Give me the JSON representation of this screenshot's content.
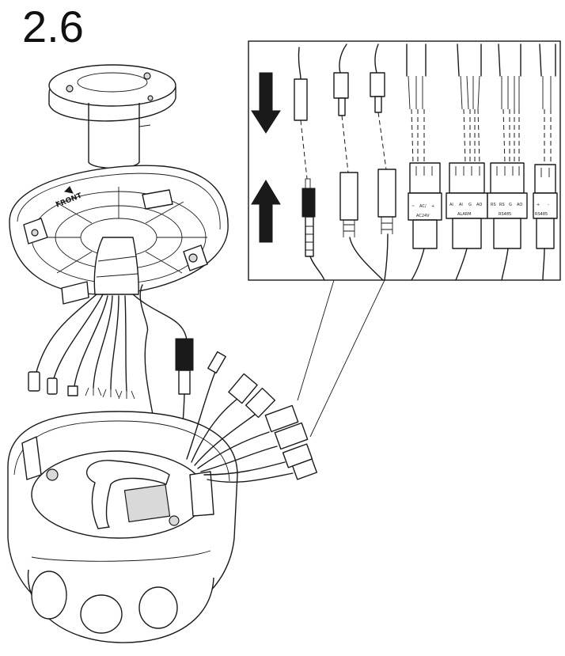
{
  "step": {
    "number": "2.6"
  },
  "mount": {
    "front_label": "FRONT"
  },
  "callout": {
    "arrows": [
      {
        "icon": "arrow-down-icon"
      },
      {
        "icon": "arrow-up-icon"
      }
    ],
    "connectors": [
      {
        "kind": "bnc-video",
        "terminals": []
      },
      {
        "kind": "rca-plug",
        "terminals": []
      },
      {
        "kind": "rca-plug",
        "terminals": []
      },
      {
        "kind": "terminal-block-3",
        "terminals": [
          "~",
          "AC/",
          "+"
        ],
        "label": "AC24V"
      },
      {
        "kind": "terminal-block-4",
        "terminals": [
          "AI",
          "AI",
          "G",
          "AO"
        ],
        "label": "ALARM"
      },
      {
        "kind": "terminal-block-4",
        "terminals": [
          "RS",
          "RS",
          "G",
          "AO"
        ],
        "label": "RS485"
      },
      {
        "kind": "terminal-block-2",
        "terminals": [
          "+",
          "-"
        ],
        "label": "RS485"
      }
    ]
  },
  "colors": {
    "line": "#1a1a1a",
    "paper": "#ffffff",
    "shade": "#d9d9d9"
  }
}
